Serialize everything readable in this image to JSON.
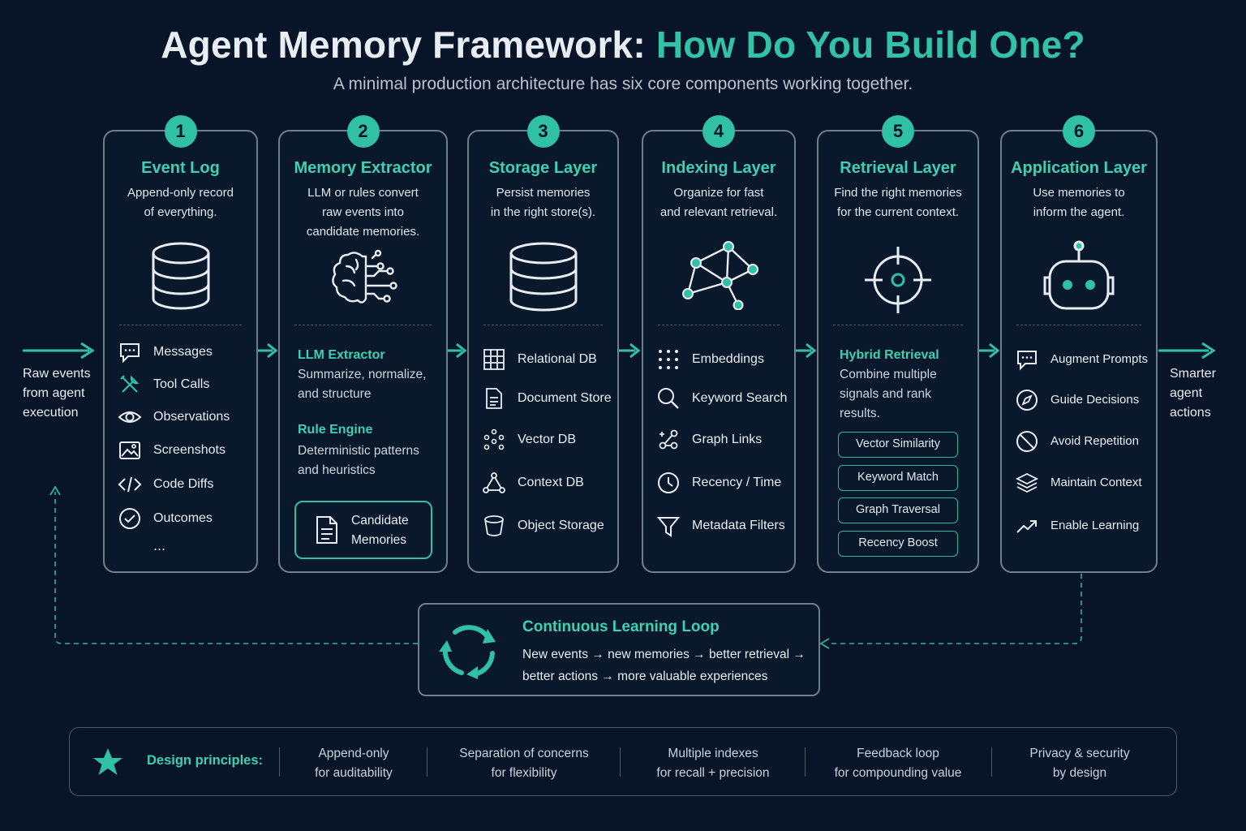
{
  "title": {
    "main": "Agent Memory Framework:",
    "accent": "How Do You Build One?"
  },
  "subtitle": "A minimal production architecture has six core components working together.",
  "input_label": "Raw events\nfrom agent\nexecution",
  "output_label": "Smarter\nagent\nactions",
  "cards": [
    {
      "number": "1",
      "title": "Event Log",
      "desc": "Append-only record\nof everything.",
      "items": [
        "Messages",
        "Tool Calls",
        "Observations",
        "Screenshots",
        "Code Diffs",
        "Outcomes"
      ],
      "more": "..."
    },
    {
      "number": "2",
      "title": "Memory Extractor",
      "desc": "LLM or rules convert\nraw events into\ncandidate memories.",
      "sections": [
        {
          "heading": "LLM Extractor",
          "text": "Summarize, normalize,\nand structure"
        },
        {
          "heading": "Rule Engine",
          "text": "Deterministic patterns\nand heuristics"
        }
      ],
      "candidate": "Candidate\nMemories"
    },
    {
      "number": "3",
      "title": "Storage Layer",
      "desc": "Persist memories\nin the right store(s).",
      "items": [
        "Relational DB",
        "Document Store",
        "Vector DB",
        "Context DB",
        "Object Storage"
      ]
    },
    {
      "number": "4",
      "title": "Indexing Layer",
      "desc": "Organize for fast\nand relevant retrieval.",
      "items": [
        "Embeddings",
        "Keyword Search",
        "Graph Links",
        "Recency / Time",
        "Metadata Filters"
      ]
    },
    {
      "number": "5",
      "title": "Retrieval Layer",
      "desc": "Find the right memories\nfor the current context.",
      "heading": "Hybrid Retrieval",
      "text": "Combine multiple\nsignals and rank\nresults.",
      "pills": [
        "Vector Similarity",
        "Keyword Match",
        "Graph Traversal",
        "Recency Boost"
      ]
    },
    {
      "number": "6",
      "title": "Application Layer",
      "desc": "Use memories to\ninform the agent.",
      "items": [
        "Augment Prompts",
        "Guide Decisions",
        "Avoid Repetition",
        "Maintain Context",
        "Enable Learning"
      ]
    }
  ],
  "loop": {
    "title": "Continuous Learning Loop",
    "text": "New events → new memories → better retrieval →\nbetter actions → more valuable experiences"
  },
  "principles": {
    "label": "Design principles:",
    "items": [
      "Append-only\nfor auditability",
      "Separation of concerns\nfor flexibility",
      "Multiple indexes\nfor recall + precision",
      "Feedback loop\nfor compounding value",
      "Privacy & security\nby design"
    ]
  },
  "colors": {
    "background": "#081528",
    "accent": "#31c2a8",
    "border": "#6f7e8c"
  }
}
